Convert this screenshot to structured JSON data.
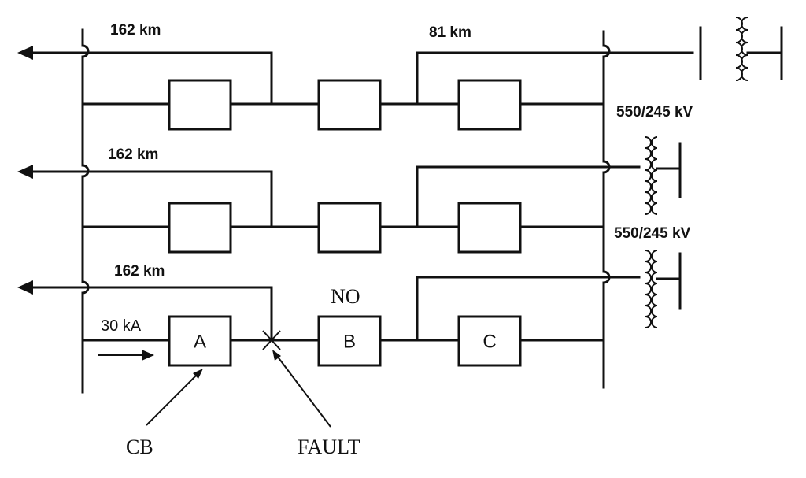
{
  "lines": [
    {
      "length_label": "162 km"
    },
    {
      "length_label": "162 km"
    },
    {
      "length_label": "162 km"
    }
  ],
  "right_line_label": "81 km",
  "transformer_labels": [
    "550/245 kV",
    "550/245 kV"
  ],
  "breakers": {
    "A": "A",
    "B": "B",
    "C": "C"
  },
  "annotations": {
    "current": "30 kA",
    "breaker_state": "NO",
    "circuit_breaker": "CB",
    "fault": "FAULT"
  }
}
